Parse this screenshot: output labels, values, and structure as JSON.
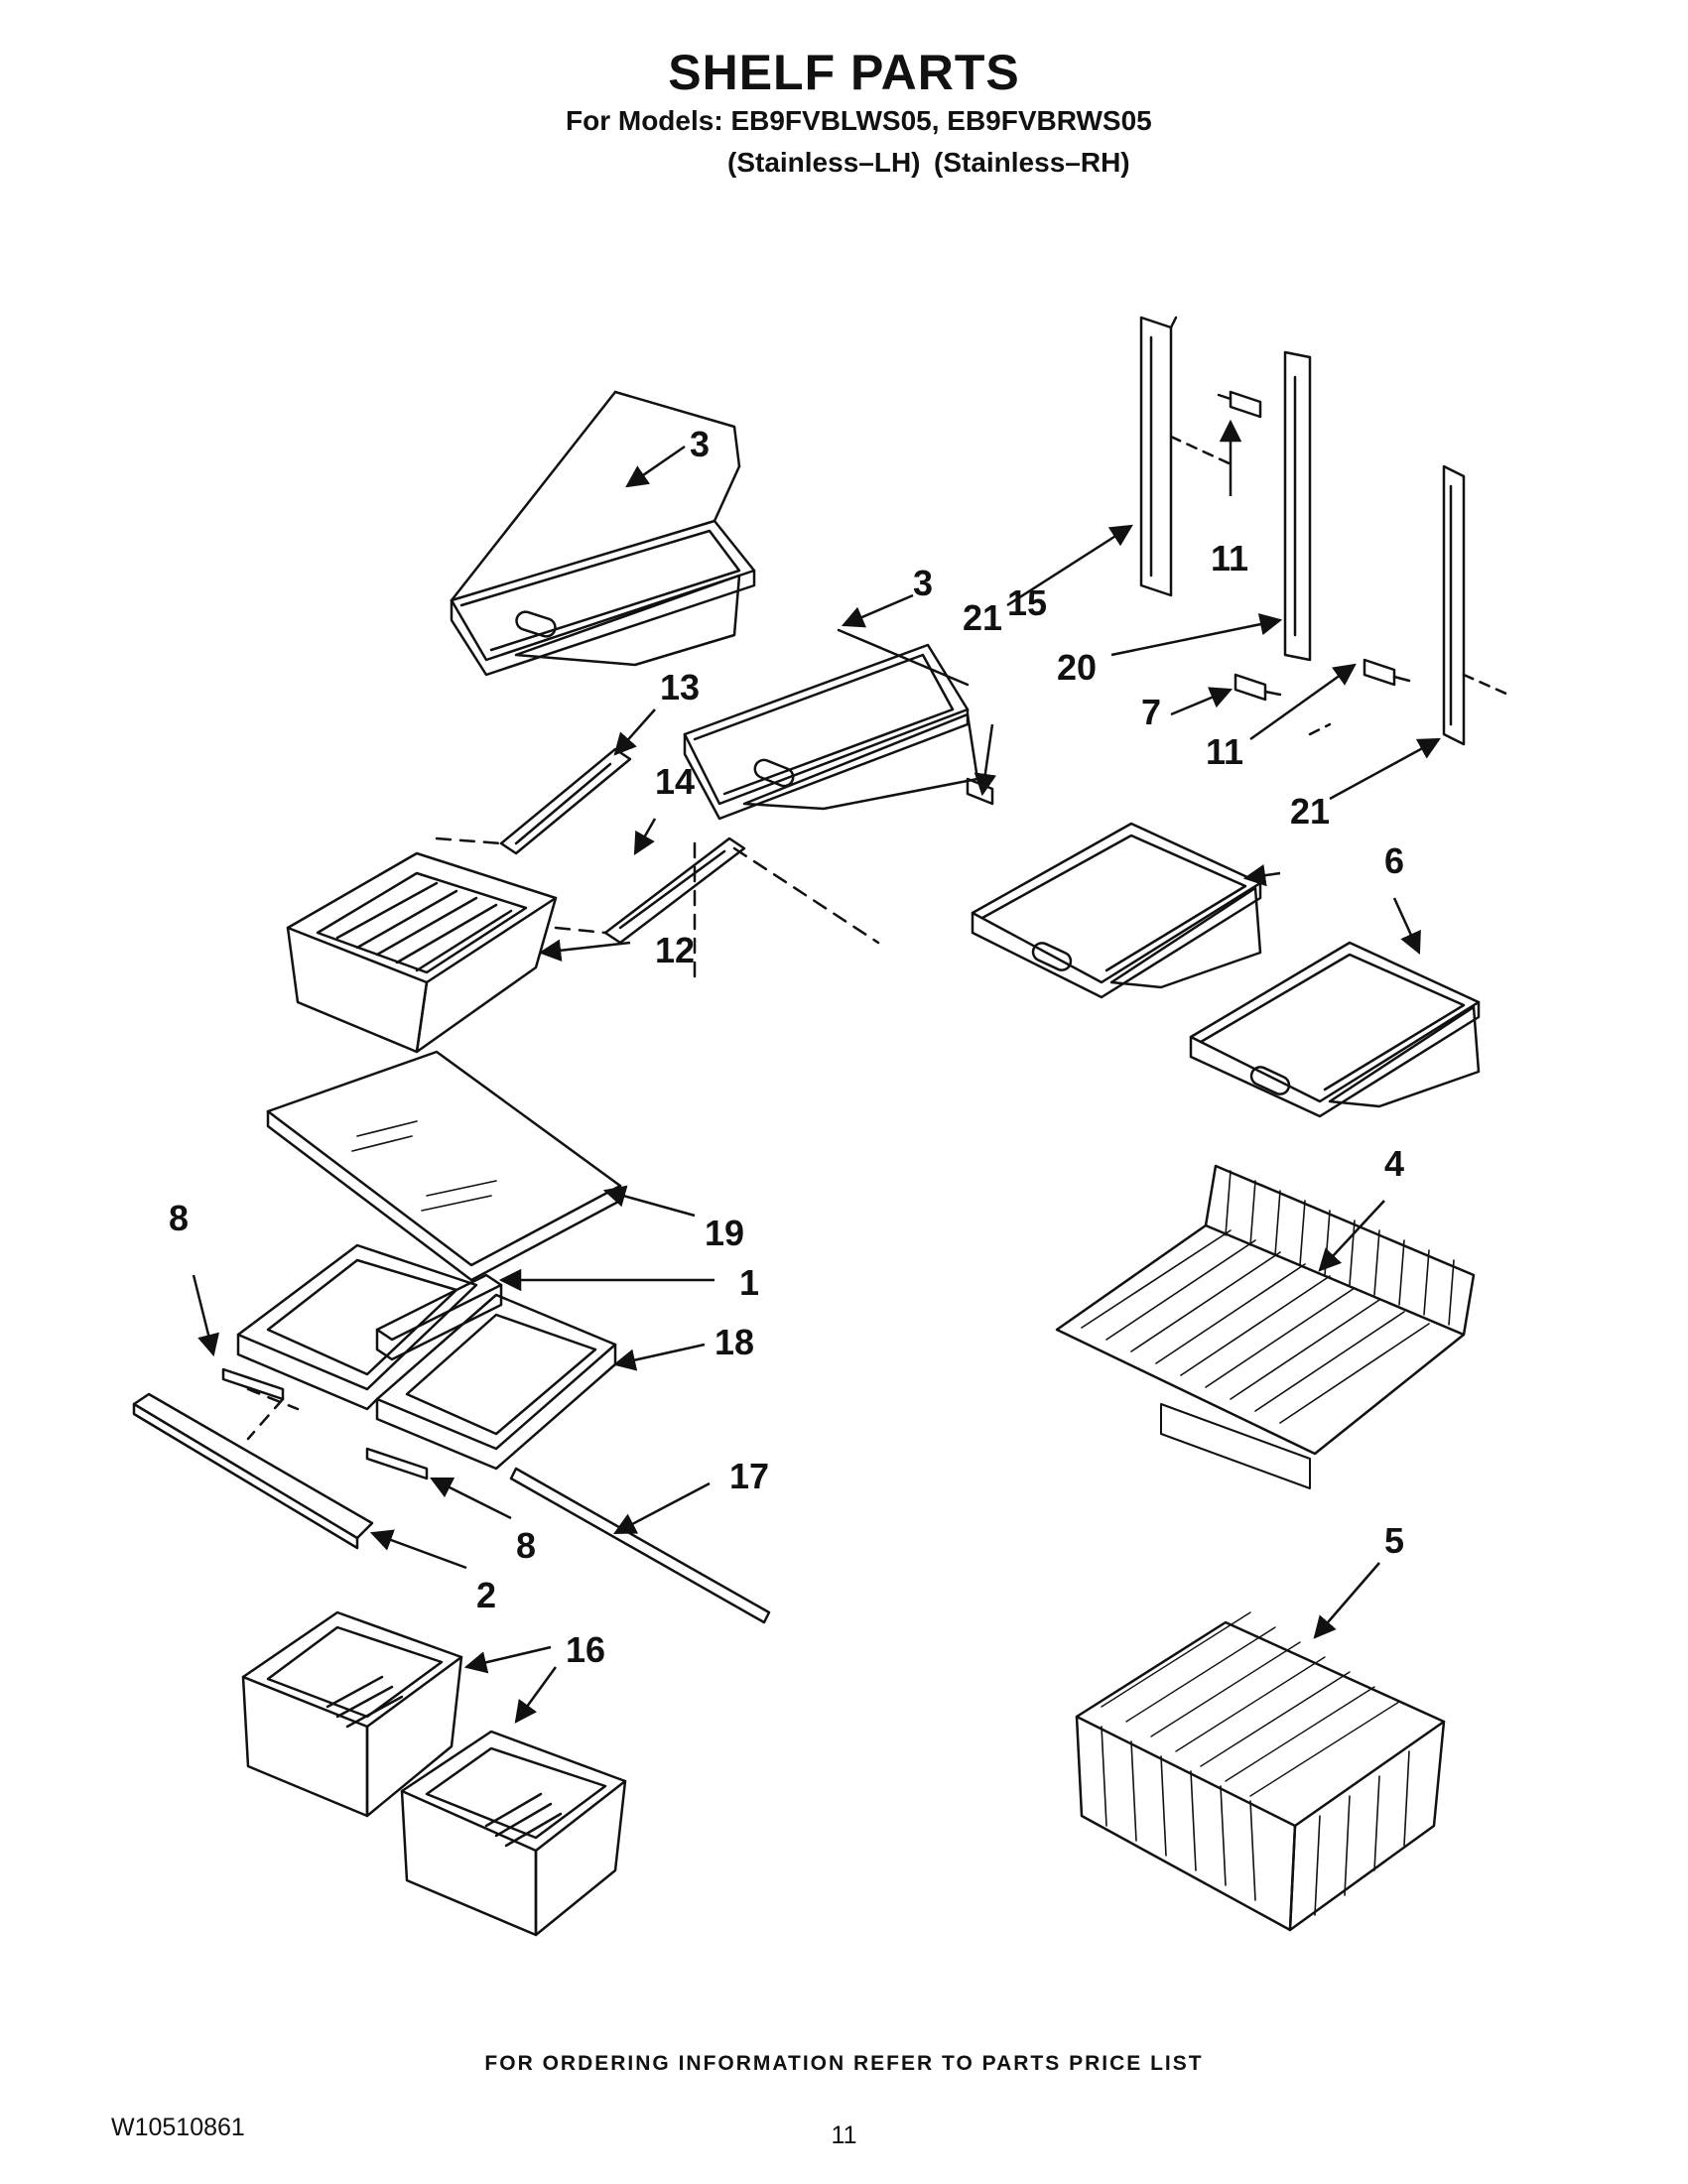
{
  "header": {
    "title": "SHELF PARTS",
    "models_line": "For Models: EB9FVBLWS05, EB9FVBRWS05",
    "variants_left": "(Stainless–LH)",
    "variants_right": "(Stainless–RH)"
  },
  "callouts": {
    "c1": "1",
    "c2": "2",
    "c3a": "3",
    "c3b": "3",
    "c4": "4",
    "c5": "5",
    "c6": "6",
    "c7": "7",
    "c8a": "8",
    "c8b": "8",
    "c11a": "11",
    "c11b": "11",
    "c12": "12",
    "c13": "13",
    "c14": "14",
    "c15": "15",
    "c16": "16",
    "c17": "17",
    "c18": "18",
    "c19": "19",
    "c20": "20",
    "c21a": "21",
    "c21b": "21"
  },
  "footer": {
    "ordering_note": "FOR ORDERING INFORMATION REFER TO PARTS PRICE LIST",
    "doc_number": "W10510861",
    "page_number": "11"
  },
  "colors": {
    "ink": "#111111",
    "paper": "#ffffff"
  }
}
